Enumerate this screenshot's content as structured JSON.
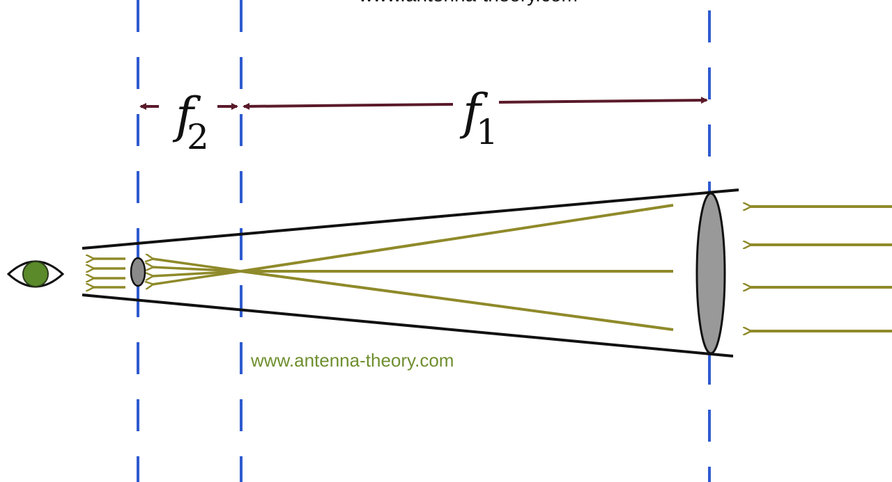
{
  "watermark_top": "www.antenna-theory.com",
  "watermark_mid": "www.antenna-theory.com",
  "labels": {
    "f1": {
      "letter": "f",
      "subscript": "1"
    },
    "f2": {
      "letter": "f",
      "subscript": "2"
    }
  },
  "colors": {
    "focal_lines": "#2f5bd0",
    "dimension_arrows": "#5a1a2a",
    "rays": "#8f8a2a",
    "tube": "#111111",
    "objective_lens": "#999999",
    "eyepiece_lens": "#8a8a8a",
    "eye_pupil": "#5a8a2a",
    "watermark_mid": "#6f8f2f"
  },
  "icons": {
    "eye": "eye-icon",
    "objective": "convex-lens-large",
    "eyepiece": "convex-lens-small"
  }
}
